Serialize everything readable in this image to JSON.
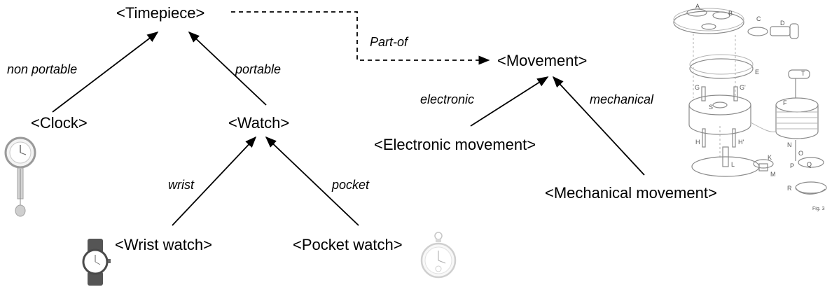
{
  "nodes": {
    "timepiece": "<Timepiece>",
    "clock": "<Clock>",
    "watch": "<Watch>",
    "wrist_watch": "<Wrist watch>",
    "pocket_watch": "<Pocket watch>",
    "movement": "<Movement>",
    "electronic_movement": "<Electronic movement>",
    "mechanical_movement": "<Mechanical movement>"
  },
  "edge_labels": {
    "non_portable": "non portable",
    "portable": "portable",
    "wrist": "wrist",
    "pocket": "pocket",
    "part_of": "Part-of",
    "electronic": "electronic",
    "mechanical": "mechanical"
  },
  "illustration_labels": {
    "a": "A",
    "b": "B",
    "c": "C",
    "d": "D",
    "e": "E",
    "f": "F",
    "g": "G",
    "g_prime": "G'",
    "h": "H",
    "h_prime": "H'",
    "s": "S",
    "t": "T",
    "l": "L",
    "k": "K",
    "m": "M",
    "n": "N",
    "o": "O",
    "p": "P",
    "q": "Q",
    "r": "R",
    "fig": "Fig. 3"
  },
  "icons": [
    "wall-clock-icon",
    "wrist-watch-icon",
    "pocket-watch-icon",
    "exploded-movement-illustration"
  ]
}
